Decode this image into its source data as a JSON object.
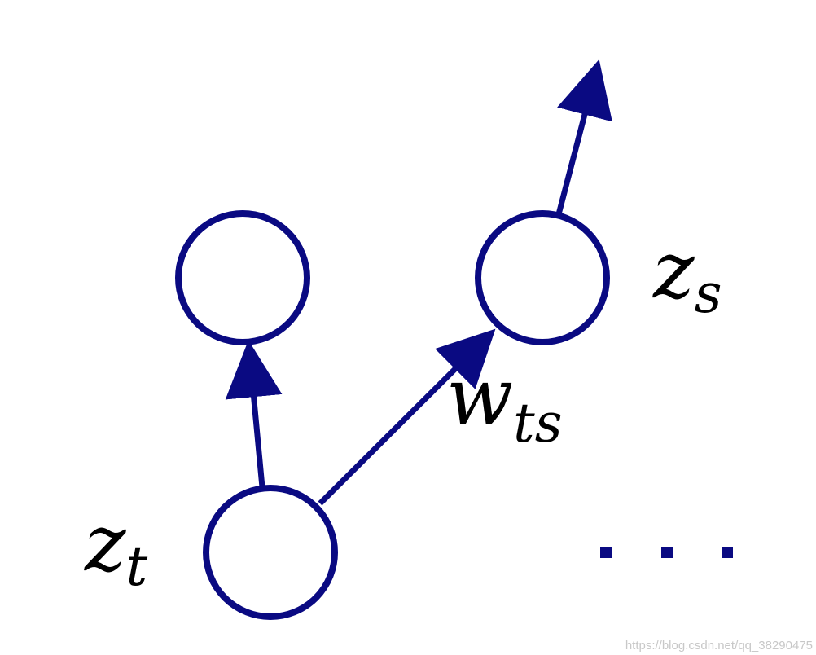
{
  "diagram": {
    "stroke_color": "#0a0a82",
    "labels": {
      "zt_base": "z",
      "zt_sub": "t",
      "zs_base": "z",
      "zs_sub": "s",
      "wts_base": "w",
      "wts_sub": "ts"
    },
    "ellipsis": ". . ."
  },
  "watermark": "https://blog.csdn.net/qq_38290475"
}
